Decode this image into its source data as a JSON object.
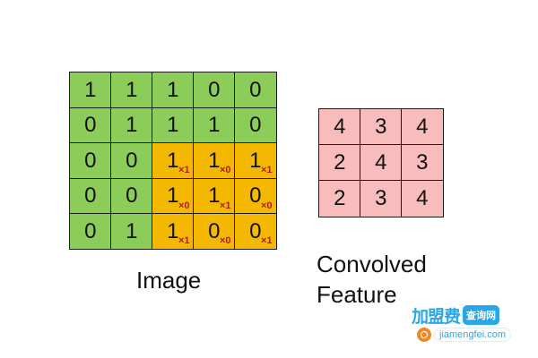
{
  "image_label": "Image",
  "feature_label": "Convolved\nFeature",
  "image": {
    "rows": [
      [
        {
          "v": "1",
          "k": false,
          "w": ""
        },
        {
          "v": "1",
          "k": false,
          "w": ""
        },
        {
          "v": "1",
          "k": false,
          "w": ""
        },
        {
          "v": "0",
          "k": false,
          "w": ""
        },
        {
          "v": "0",
          "k": false,
          "w": ""
        }
      ],
      [
        {
          "v": "0",
          "k": false,
          "w": ""
        },
        {
          "v": "1",
          "k": false,
          "w": ""
        },
        {
          "v": "1",
          "k": false,
          "w": ""
        },
        {
          "v": "1",
          "k": false,
          "w": ""
        },
        {
          "v": "0",
          "k": false,
          "w": ""
        }
      ],
      [
        {
          "v": "0",
          "k": false,
          "w": ""
        },
        {
          "v": "0",
          "k": false,
          "w": ""
        },
        {
          "v": "1",
          "k": true,
          "w": "×1"
        },
        {
          "v": "1",
          "k": true,
          "w": "×0"
        },
        {
          "v": "1",
          "k": true,
          "w": "×1"
        }
      ],
      [
        {
          "v": "0",
          "k": false,
          "w": ""
        },
        {
          "v": "0",
          "k": false,
          "w": ""
        },
        {
          "v": "1",
          "k": true,
          "w": "×0"
        },
        {
          "v": "1",
          "k": true,
          "w": "×1"
        },
        {
          "v": "0",
          "k": true,
          "w": "×0"
        }
      ],
      [
        {
          "v": "0",
          "k": false,
          "w": ""
        },
        {
          "v": "1",
          "k": false,
          "w": ""
        },
        {
          "v": "1",
          "k": true,
          "w": "×1"
        },
        {
          "v": "0",
          "k": true,
          "w": "×0"
        },
        {
          "v": "0",
          "k": true,
          "w": "×1"
        }
      ]
    ]
  },
  "feature": {
    "rows": [
      [
        "4",
        "3",
        "4"
      ],
      [
        "2",
        "4",
        "3"
      ],
      [
        "2",
        "3",
        "4"
      ]
    ]
  },
  "watermark": {
    "main": "加盟费",
    "badge": "查询网",
    "url": "jiamengfei.com"
  },
  "colors": {
    "image_cell": "#8ccd5a",
    "kernel_cell": "#f5b800",
    "feature_cell": "#f8bcbc",
    "kernel_weight": "#b0201a",
    "watermark": "#2aa7e6"
  }
}
